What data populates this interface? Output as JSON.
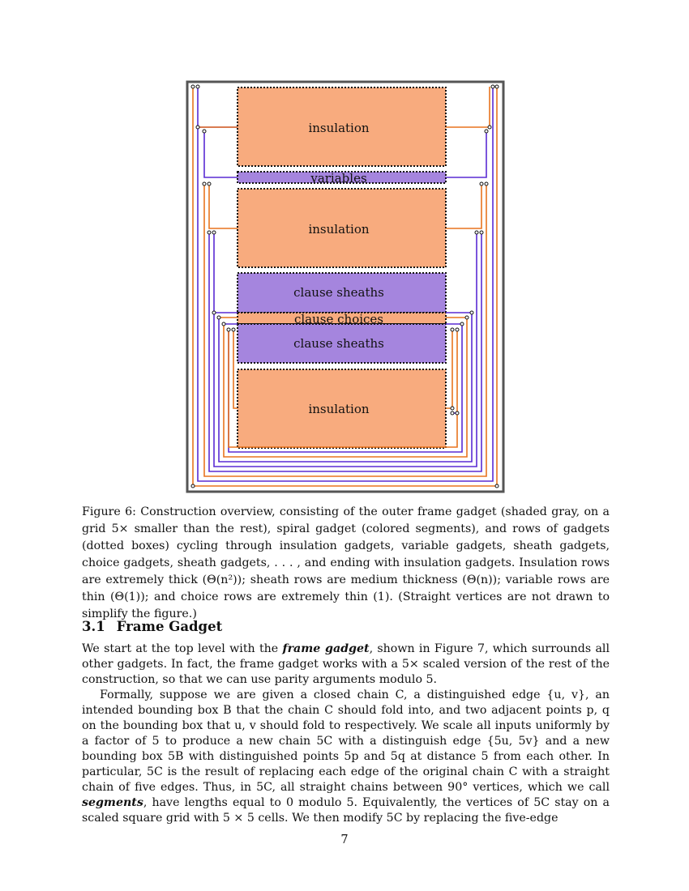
{
  "figure": {
    "labels": {
      "insulation_top": "insulation",
      "variables": "variables",
      "insulation_mid": "insulation",
      "clause_sheaths_top": "clause sheaths",
      "clause_choices": "clause choices",
      "clause_sheaths_bottom": "clause sheaths",
      "insulation_bottom": "insulation"
    },
    "colors": {
      "insulation": "#f8ab7e",
      "sheath": "#a585de",
      "orange_chain": "#e8741f",
      "purple_chain": "#5a2bd4",
      "frame": "#555555"
    }
  },
  "caption": {
    "label": "Figure 6:",
    "text": "Construction overview, consisting of the outer frame gadget (shaded gray, on a grid 5× smaller than the rest), spiral gadget (colored segments), and rows of gadgets (dotted boxes) cycling through insulation gadgets, variable gadgets, sheath gadgets, choice gadgets, sheath gadgets, . . . , and ending with insulation gadgets. Insulation rows are extremely thick (Θ(n²)); sheath rows are medium thickness (Θ(n)); variable rows are thin (Θ(1)); and choice rows are extremely thin (1). (Straight vertices are not drawn to simplify the figure.)"
  },
  "section": {
    "number": "3.1",
    "title": "Frame Gadget"
  },
  "paragraph1": {
    "before": "We start at the top level with the ",
    "term": "frame gadget",
    "after": ", shown in Figure 7, which surrounds all other gadgets. In fact, the frame gadget works with a 5× scaled version of the rest of the construction, so that we can use parity arguments modulo 5."
  },
  "paragraph2": {
    "before": "Formally, suppose we are given a closed chain C, a distinguished edge {u, v}, an intended bounding box B that the chain C should fold into, and two adjacent points p, q on the bounding box that u, v should fold to respectively. We scale all inputs uniformly by a factor of 5 to produce a new chain 5C with a distinguish edge {5u, 5v} and a new bounding box 5B with distinguished points 5p and 5q at distance 5 from each other. In particular, 5C is the result of replacing each edge of the original chain C with a straight chain of five edges. Thus, in 5C, all straight chains between 90° vertices, which we call ",
    "term": "segments",
    "after": ", have lengths equal to 0 modulo 5. Equivalently, the vertices of 5C stay on a scaled square grid with 5 × 5 cells. We then modify 5C by replacing the five-edge"
  },
  "page_number": "7"
}
